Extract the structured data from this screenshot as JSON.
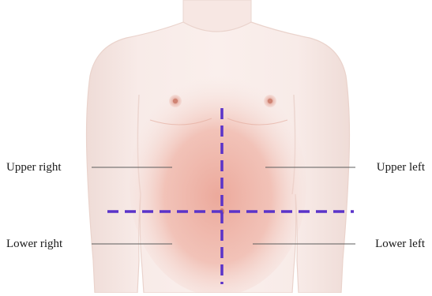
{
  "diagram": {
    "quadrants": {
      "upper_right": "Upper right",
      "upper_left": "Upper left",
      "lower_right": "Lower right",
      "lower_left": "Lower left"
    }
  },
  "colors": {
    "divider_lines": "#5a33c9",
    "leader_lines": "#5c5c5c",
    "skin_light": "#f6e6e2",
    "skin_abdomen": "#eba597"
  }
}
